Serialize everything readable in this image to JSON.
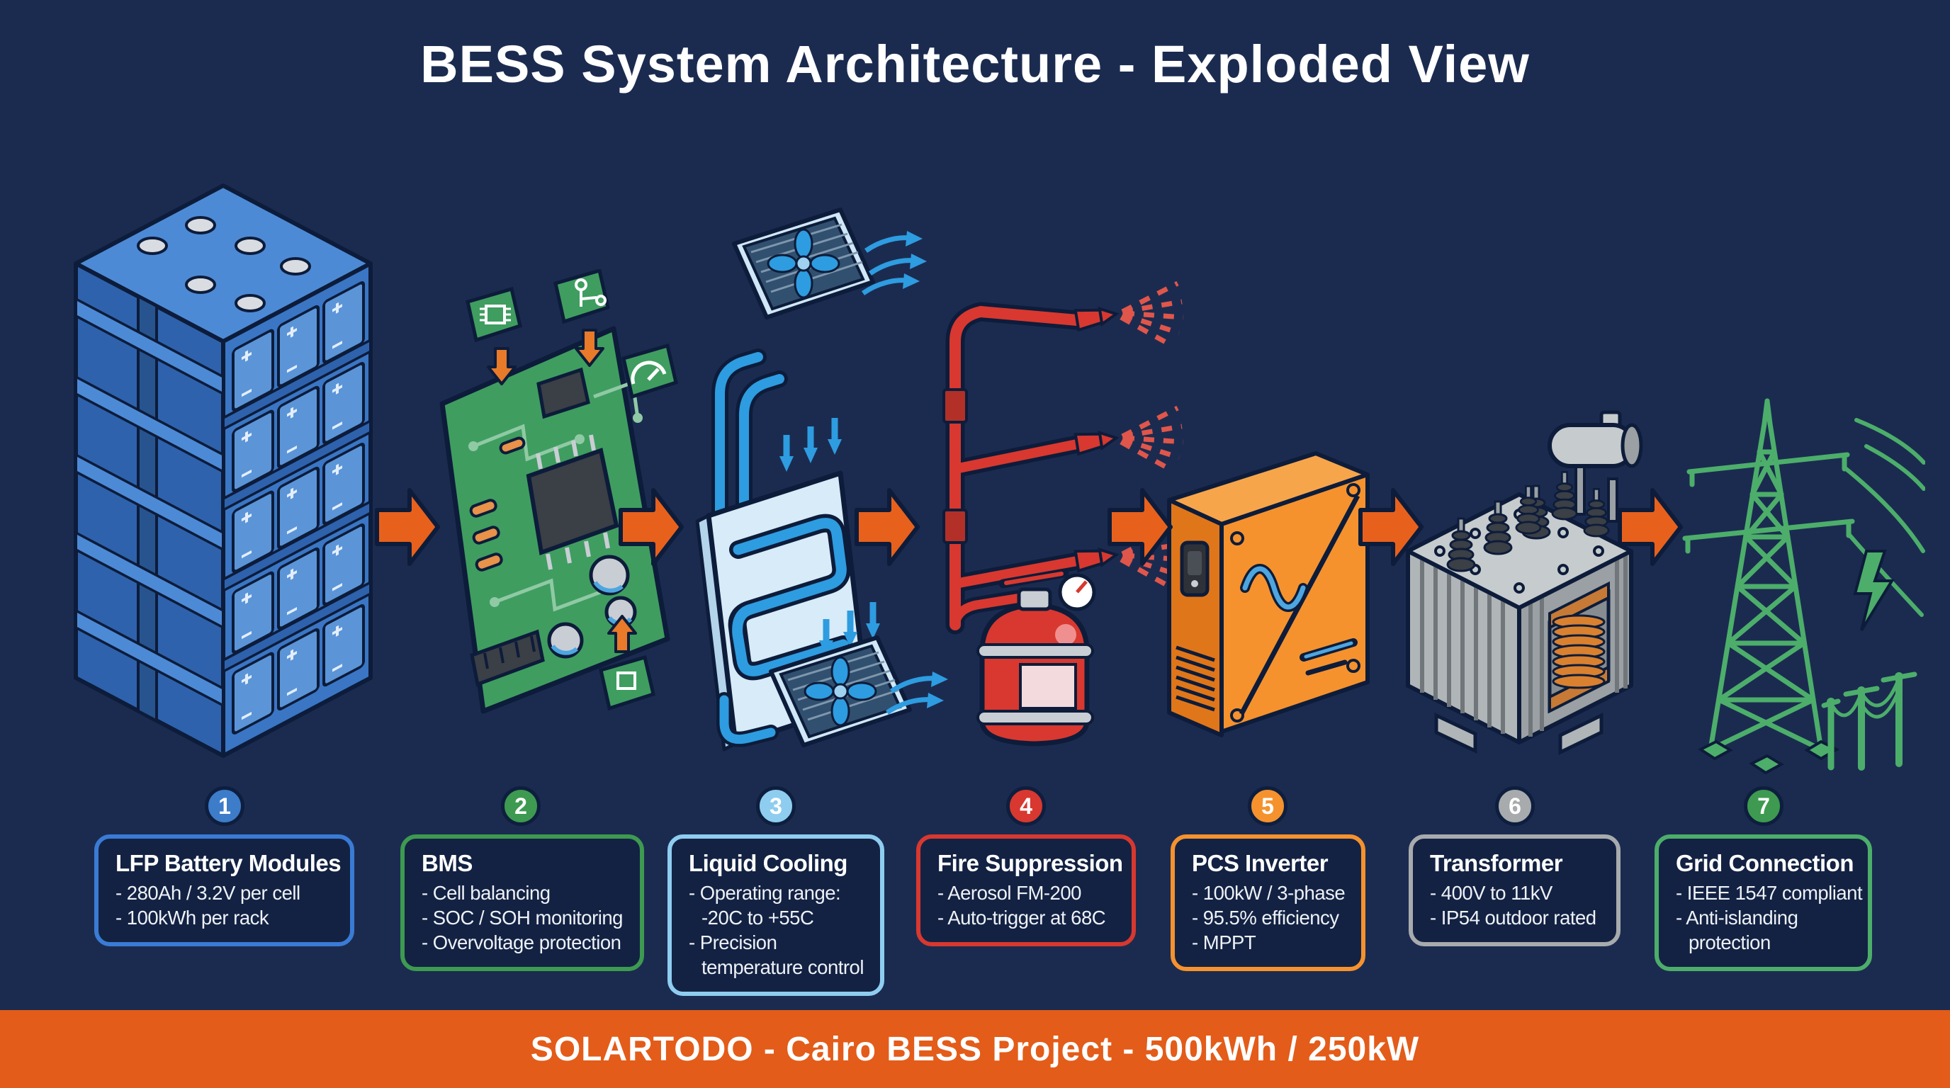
{
  "title": "BESS System Architecture - Exploded View",
  "footer": {
    "label": "SOLARTODO - Cairo BESS Project - 500kWh / 250kW",
    "bg_color": "#e35c19"
  },
  "colors": {
    "background": "#1b2b50",
    "flow_arrow": "#e8611c",
    "cartoon_outline": "#0d1c3a",
    "title_color": "#ffffff"
  },
  "flow_arrow_count": 6,
  "components": [
    {
      "number": "1",
      "name": "LFP Battery Modules",
      "accent": "#3a7bd5",
      "badge_color": "#3d7cc9",
      "details": [
        "- 280Ah / 3.2V per cell",
        "- 100kWh per rack"
      ],
      "illustration": "battery-rack"
    },
    {
      "number": "2",
      "name": "BMS",
      "accent": "#3d9a50",
      "badge_color": "#3d9a50",
      "details": [
        "- Cell balancing",
        "- SOC / SOH monitoring",
        "- Overvoltage protection"
      ],
      "illustration": "bms-circuit-board"
    },
    {
      "number": "3",
      "name": "Liquid Cooling",
      "accent": "#8ecdf0",
      "badge_color": "#8ecdf0",
      "details": [
        "- Operating range:",
        "-20C to +55C",
        "- Precision",
        "temperature control"
      ],
      "illustration": "liquid-cooling-loop"
    },
    {
      "number": "4",
      "name": "Fire Suppression",
      "accent": "#d8382f",
      "badge_color": "#d8382f",
      "details": [
        "- Aerosol FM-200",
        "- Auto-trigger at 68C"
      ],
      "illustration": "fire-suppression-tank"
    },
    {
      "number": "5",
      "name": "PCS Inverter",
      "accent": "#f5922e",
      "badge_color": "#f5922e",
      "details": [
        "- 100kW / 3-phase",
        "- 95.5% efficiency",
        "- MPPT"
      ],
      "illustration": "pcs-inverter-cabinet"
    },
    {
      "number": "6",
      "name": "Transformer",
      "accent": "#a8abad",
      "badge_color": "#a8abad",
      "details": [
        "- 400V to 11kV",
        "- IP54 outdoor rated"
      ],
      "illustration": "transformer"
    },
    {
      "number": "7",
      "name": "Grid Connection",
      "accent": "#4cae6a",
      "badge_color": "#3d9a50",
      "details": [
        "- IEEE 1547 compliant",
        "- Anti-islanding",
        "protection"
      ],
      "illustration": "grid-pylon"
    }
  ]
}
